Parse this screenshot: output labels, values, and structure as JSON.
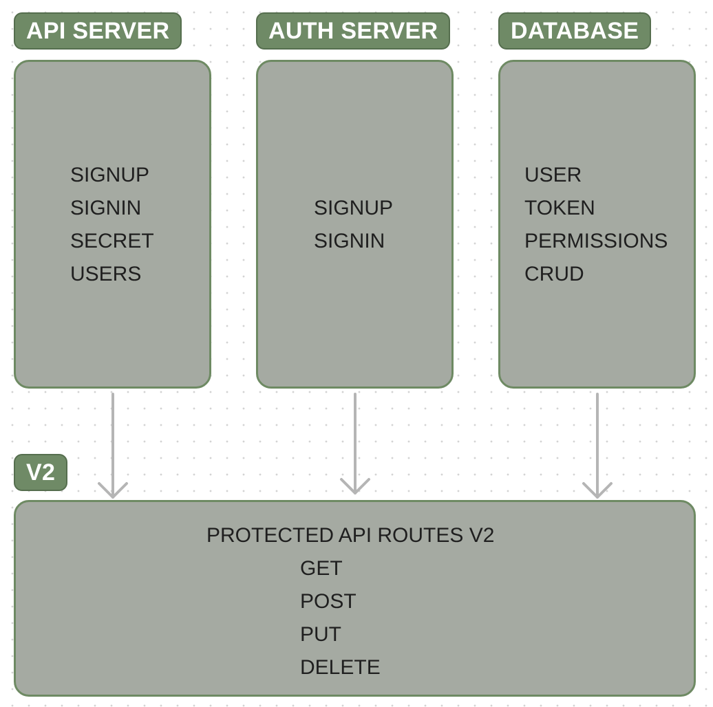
{
  "colors": {
    "tag_background": "#6f8a66",
    "box_background": "#a5aaa2",
    "box_border": "#6e8a63",
    "arrow": "#b5b5b5"
  },
  "api_server": {
    "label": "API SERVER",
    "items": [
      "SIGNUP",
      "SIGNIN",
      "SECRET",
      "USERS"
    ]
  },
  "auth_server": {
    "label": "AUTH SERVER",
    "items": [
      "SIGNUP",
      "SIGNIN"
    ]
  },
  "database": {
    "label": "DATABASE",
    "items": [
      "USER",
      "TOKEN",
      "PERMISSIONS",
      "CRUD"
    ]
  },
  "v2": {
    "label": "V2",
    "title": "PROTECTED API ROUTES V2",
    "items": [
      "GET",
      "POST",
      "PUT",
      "DELETE"
    ]
  }
}
